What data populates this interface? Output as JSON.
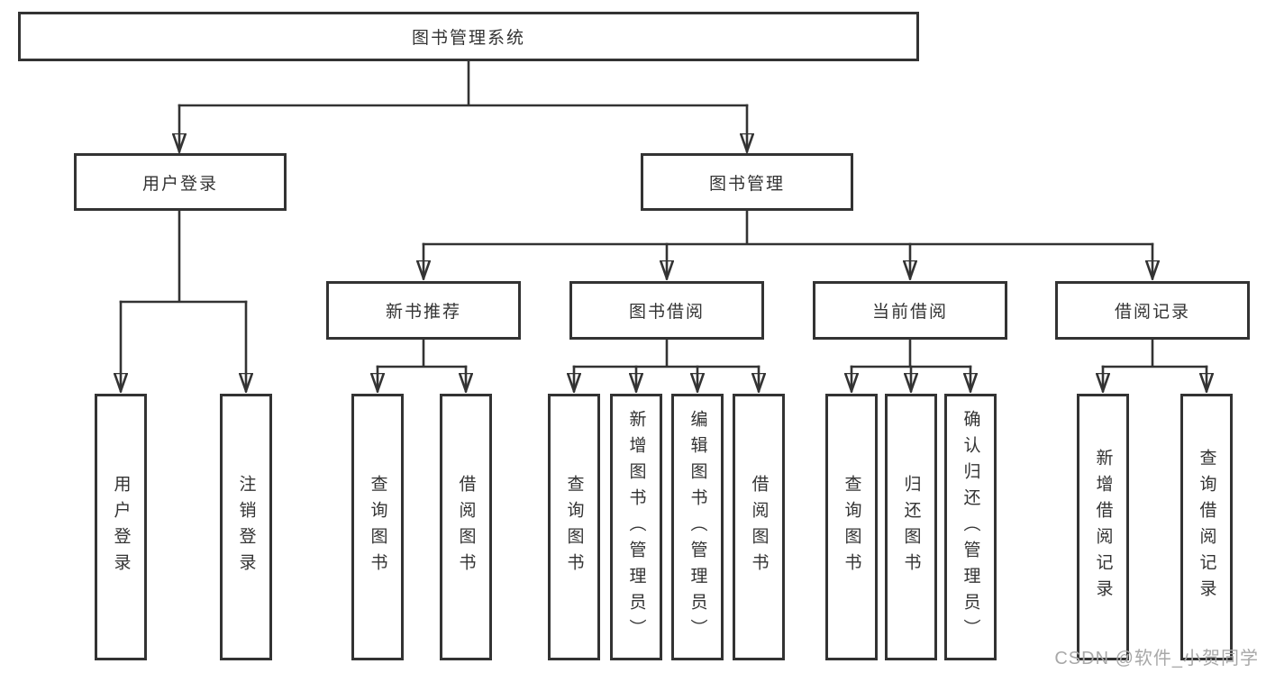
{
  "diagram_title": "图书管理系统",
  "tree": {
    "root": {
      "label": "图书管理系统"
    },
    "branches": [
      {
        "label": "用户登录",
        "leaves": [
          {
            "label": "用户登录"
          },
          {
            "label": "注销登录"
          }
        ]
      },
      {
        "label": "图书管理",
        "groups": [
          {
            "label": "新书推荐",
            "leaves": [
              {
                "label": "查询图书"
              },
              {
                "label": "借阅图书"
              }
            ]
          },
          {
            "label": "图书借阅",
            "leaves": [
              {
                "label": "查询图书"
              },
              {
                "label": "新增图书（管理员）"
              },
              {
                "label": "编辑图书（管理员）"
              },
              {
                "label": "借阅图书"
              }
            ]
          },
          {
            "label": "当前借阅",
            "leaves": [
              {
                "label": "查询图书"
              },
              {
                "label": "归还图书"
              },
              {
                "label": "确认归还（管理员）"
              }
            ]
          },
          {
            "label": "借阅记录",
            "leaves": [
              {
                "label": "新增借阅记录"
              },
              {
                "label": "查询借阅记录"
              }
            ]
          }
        ]
      }
    ]
  },
  "watermark": "CSDN @软件_小贺同学",
  "colors": {
    "line": "#333333",
    "text": "#333333",
    "background": "#ffffff",
    "watermark_text": "#a8a8a8"
  }
}
